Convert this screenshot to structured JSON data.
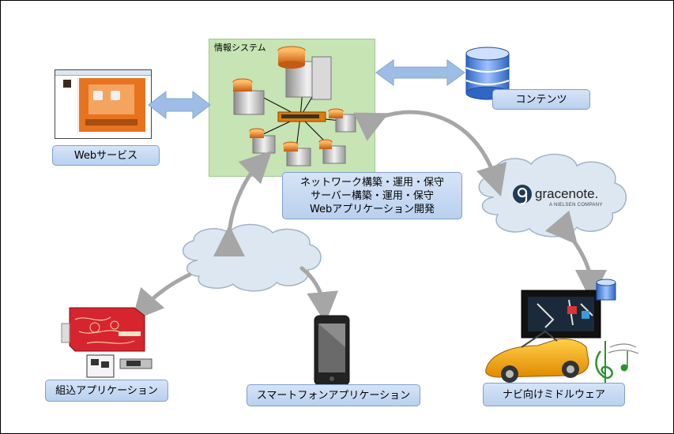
{
  "system": {
    "title": "情報システム"
  },
  "labels": {
    "web": "Webサービス",
    "contents": "コンテンツ",
    "services_line1": "ネットワーク構築・運用・保守",
    "services_line2": "サーバー構築・運用・保守",
    "services_line3": "Webアプリケーション開発",
    "embedded": "組込アプリケーション",
    "smartphone": "スマートフォンアプリケーション",
    "navi": "ナビ向けミドルウェア"
  },
  "gracenote": {
    "name": "gracenote.",
    "tagline": "A NIELSEN COMPANY"
  },
  "icons": [
    "website-screenshot",
    "server-icon",
    "database-icon",
    "network-switch-icon",
    "cloud-icon",
    "circuit-board-icon",
    "chip-icon",
    "smartphone-icon",
    "car-icon",
    "music-note-icon",
    "navigation-screen-icon"
  ],
  "colors": {
    "system_bg": "#c6e4b4",
    "label_bg": "#c5d9f1",
    "arrow": "#9dbde6",
    "curve": "#a6a6a6"
  }
}
